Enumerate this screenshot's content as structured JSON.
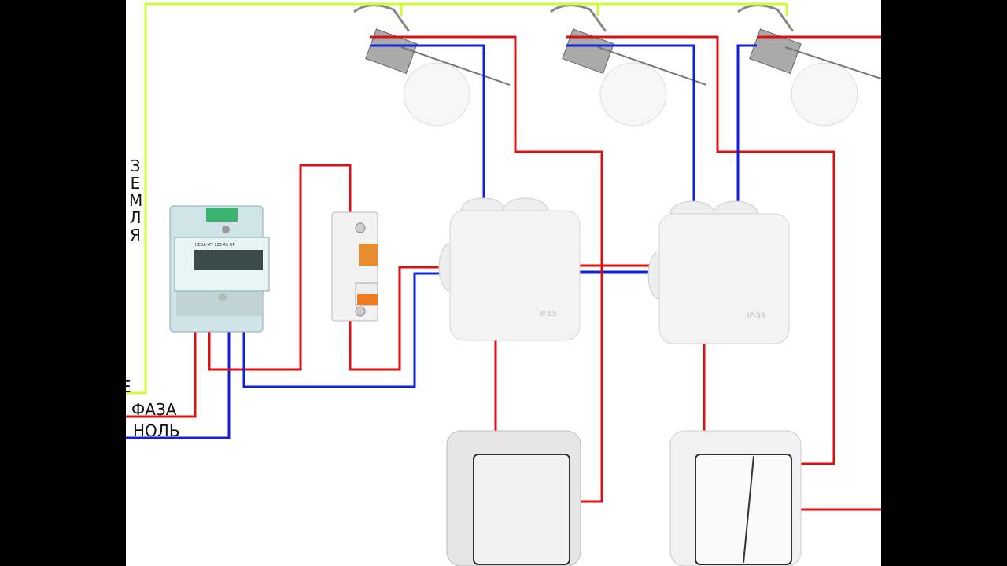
{
  "labels": {
    "ground_vertical": [
      "З",
      "Е",
      "М",
      "Л",
      "Я"
    ],
    "ground_partial": "Е",
    "phase": "ФАЗА",
    "neutral": "НОЛЬ"
  },
  "devices": {
    "meter_model": "НЕВА МТ 123 AS OP",
    "junction_box_rating": "IP-55"
  },
  "colors": {
    "ground": "#ccff33",
    "phase": "#dd1111",
    "neutral": "#1122dd"
  }
}
